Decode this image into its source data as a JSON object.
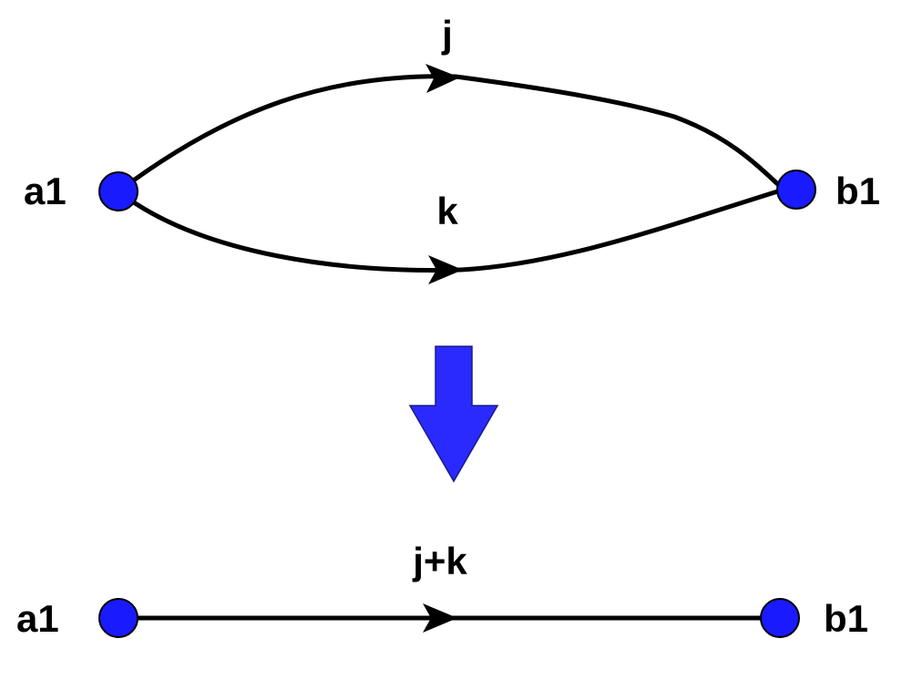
{
  "top_graph": {
    "nodes": {
      "source": {
        "label": "a1"
      },
      "target": {
        "label": "b1"
      }
    },
    "edges": [
      {
        "label": "j"
      },
      {
        "label": "k"
      }
    ]
  },
  "bottom_graph": {
    "nodes": {
      "source": {
        "label": "a1"
      },
      "target": {
        "label": "b1"
      }
    },
    "edge": {
      "label": "j+k"
    }
  },
  "colors": {
    "node_fill": "#1a1aff",
    "transform_arrow_fill": "#2a2aff",
    "edge_stroke": "#000000"
  }
}
